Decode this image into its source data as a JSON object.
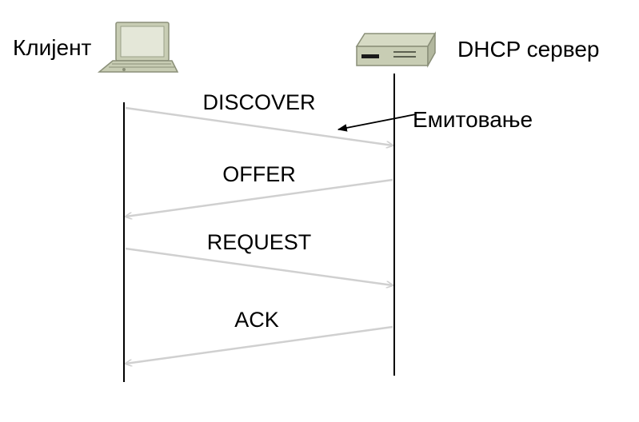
{
  "participants": {
    "client": {
      "label": "Клијент",
      "icon": "laptop-icon"
    },
    "server": {
      "label": "DHCP сервер",
      "icon": "server-icon"
    }
  },
  "messages": [
    {
      "label": "DISCOVER",
      "from": "client",
      "to": "server"
    },
    {
      "label": "OFFER",
      "from": "server",
      "to": "client"
    },
    {
      "label": "REQUEST",
      "from": "client",
      "to": "server"
    },
    {
      "label": "ACK",
      "from": "server",
      "to": "client"
    }
  ],
  "annotation": {
    "label": "Емитовање",
    "target": "DISCOVER"
  },
  "colors": {
    "lifeline": "#000000",
    "message_arrow": "#d0d0d0",
    "annotation_arrow": "#000000",
    "device_body": "#c8cdb4",
    "device_dark": "#8a8f78"
  }
}
